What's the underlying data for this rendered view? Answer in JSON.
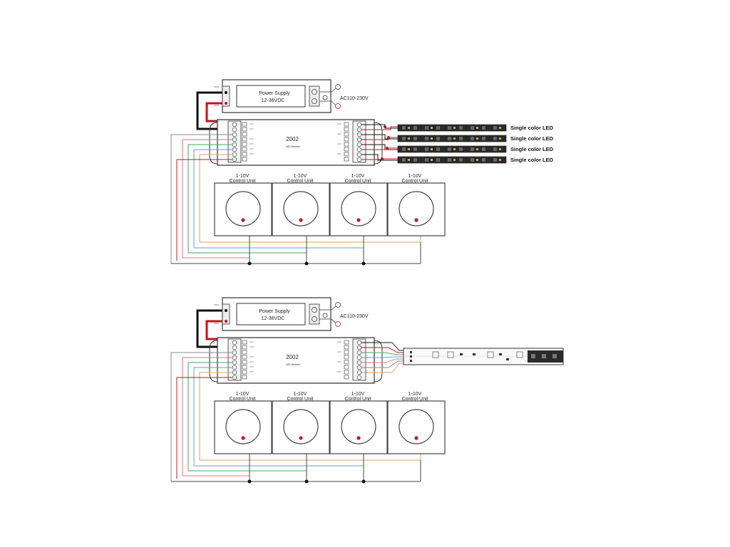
{
  "power_supply": {
    "title": "Power Supply",
    "voltage": "12-36VDC",
    "ac_input": "AC110-230V"
  },
  "controller": {
    "model": "2002",
    "subtitle": "LED Dimmer"
  },
  "control_unit": {
    "line1": "1-10V",
    "line2": "Control Unit"
  },
  "led_label": "Single color LED",
  "colors": {
    "wire_black": "#111111",
    "wire_red": "#c0141c",
    "knob_dot": "#d0141c",
    "wire_gray": "#8a8a8a",
    "wire_pink": "#e0708a",
    "wire_green": "#4aa36a",
    "wire_blue": "#5aa0d8",
    "wire_orange": "#e0a060"
  }
}
